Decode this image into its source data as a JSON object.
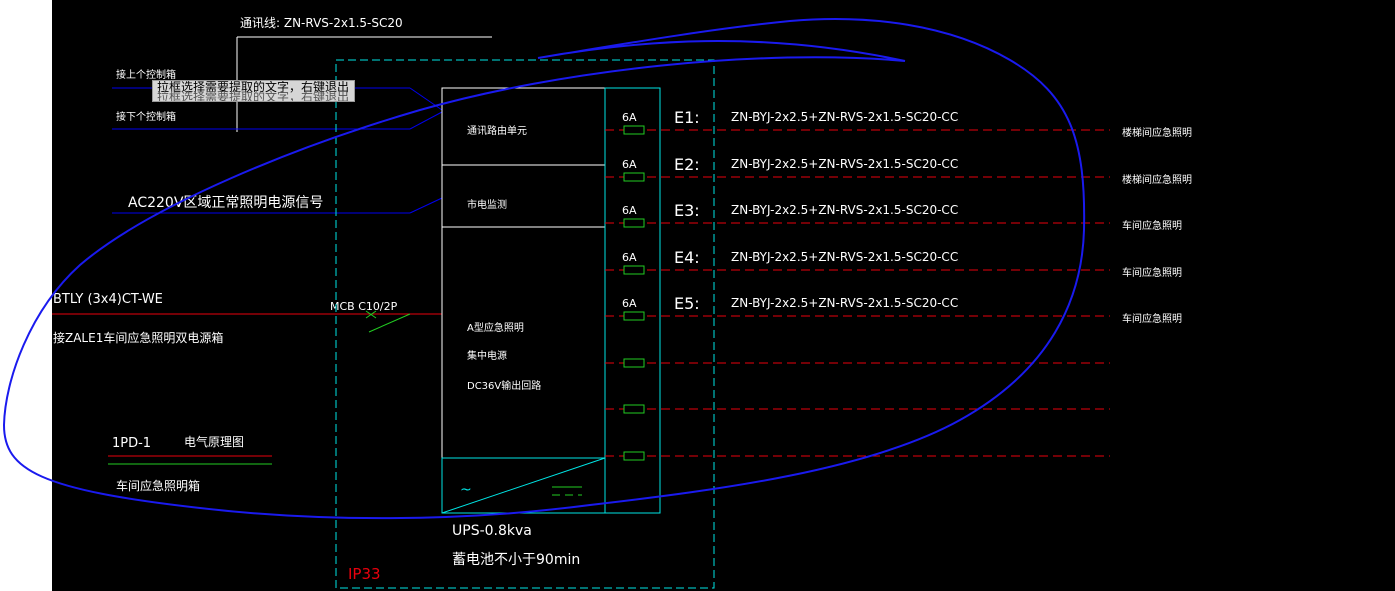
{
  "colors": {
    "background": "#000000",
    "white": "#ffffff",
    "cyan": "#00e5e5",
    "red": "#e8000d",
    "green": "#22cc22",
    "blue": "#0000ee",
    "tooltip_bg": "#d6d6d6"
  },
  "top_label": "通讯线: ZN-RVS-2x1.5-SC20",
  "left_labels": {
    "upper_box": "接上个控制箱",
    "lower_box": "接下个控制箱",
    "ac_signal": "AC220V区域正常照明电源信号",
    "power_cable": "BTLY (3x4)CT-WE",
    "source": "接ZALE1车间应急照明双电源箱",
    "diagram_id": "1PD-1",
    "diagram_title": "电气原理图",
    "box_name": "车间应急照明箱"
  },
  "tooltip": {
    "text": "拉框选择需要提取的文字，右键退出",
    "ghost": "拉框选择需要提取的文字，右键退出"
  },
  "panel": {
    "comm_unit": "通讯路由单元",
    "mains_monitor": "市电监测",
    "source_line1": "A型应急照明",
    "source_line2": "集中电源",
    "source_line3": "DC36V输出回路",
    "breaker": "MCB C10/2P",
    "ups_line1": "UPS-0.8kva",
    "ups_line2": "蓄电池不小于90min",
    "ip_rating": "IP33",
    "ac_symbol": "~"
  },
  "circuits": [
    {
      "fuse": "6A",
      "id": "E1:",
      "cable": "ZN-BYJ-2x2.5+ZN-RVS-2x1.5-SC20-CC",
      "dest": "楼梯间应急照明"
    },
    {
      "fuse": "6A",
      "id": "E2:",
      "cable": "ZN-BYJ-2x2.5+ZN-RVS-2x1.5-SC20-CC",
      "dest": "楼梯间应急照明"
    },
    {
      "fuse": "6A",
      "id": "E3:",
      "cable": "ZN-BYJ-2x2.5+ZN-RVS-2x1.5-SC20-CC",
      "dest": "车间应急照明"
    },
    {
      "fuse": "6A",
      "id": "E4:",
      "cable": "ZN-BYJ-2x2.5+ZN-RVS-2x1.5-SC20-CC",
      "dest": "车间应急照明"
    },
    {
      "fuse": "6A",
      "id": "E5:",
      "cable": "ZN-BYJ-2x2.5+ZN-RVS-2x1.5-SC20-CC",
      "dest": "车间应急照明"
    },
    {
      "fuse": "",
      "id": "",
      "cable": "",
      "dest": ""
    },
    {
      "fuse": "",
      "id": "",
      "cable": "",
      "dest": ""
    },
    {
      "fuse": "",
      "id": "",
      "cable": "",
      "dest": ""
    }
  ]
}
